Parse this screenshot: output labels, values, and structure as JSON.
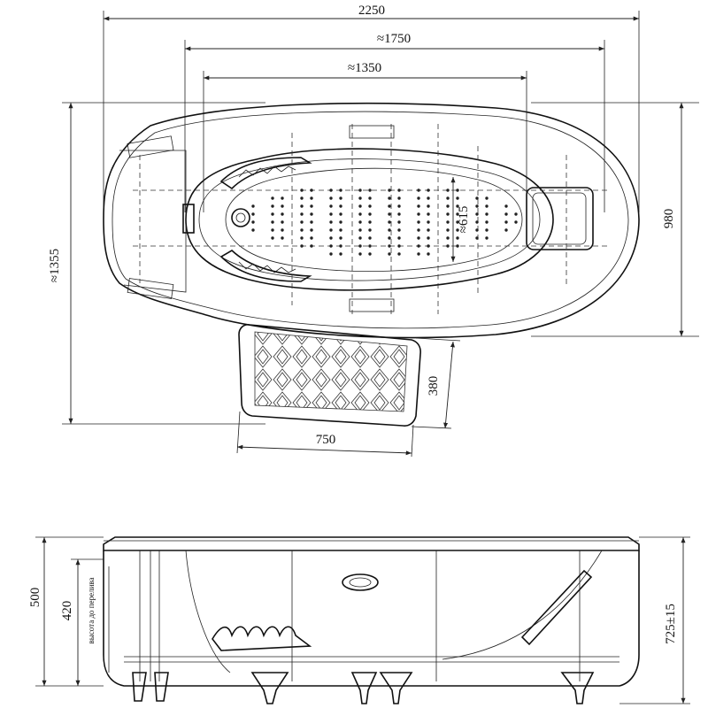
{
  "dimensions": {
    "overall_length": "2250",
    "inner_length_approx": "≈1750",
    "bowl_length_approx": "≈1350",
    "overall_width_approx": "≈1355",
    "width": "980",
    "bowl_width_approx": "≈615",
    "step_depth": "380",
    "step_width": "750",
    "height": "500",
    "overflow_height": "420",
    "overflow_label": "высота до перелива",
    "leg_height": "725±15"
  }
}
